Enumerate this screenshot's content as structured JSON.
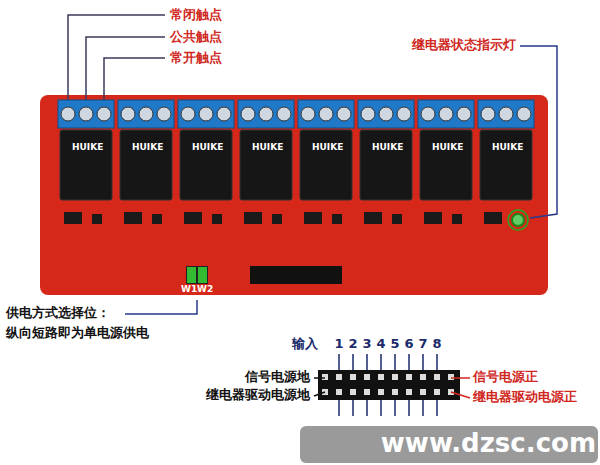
{
  "diagram": {
    "labels": [
      "常闭触点",
      "公共触点",
      "常开触点",
      "继电器状态指示灯",
      "HUIKE",
      "HUIKE",
      "HUIKE",
      "HUIKE",
      "HUIKE",
      "HUIKE",
      "HUIKE",
      "HUIKE",
      "W1",
      "W2",
      "供电方式选择位： 纵向短路即为单电源供电",
      "输入",
      "1",
      "2",
      "3",
      "4",
      "5",
      "6",
      "7",
      "8",
      "信号电源地",
      "继电器驱动电源地",
      "信号电源正",
      "继电器驱动电源正",
      "www.dzsc.com"
    ]
  }
}
